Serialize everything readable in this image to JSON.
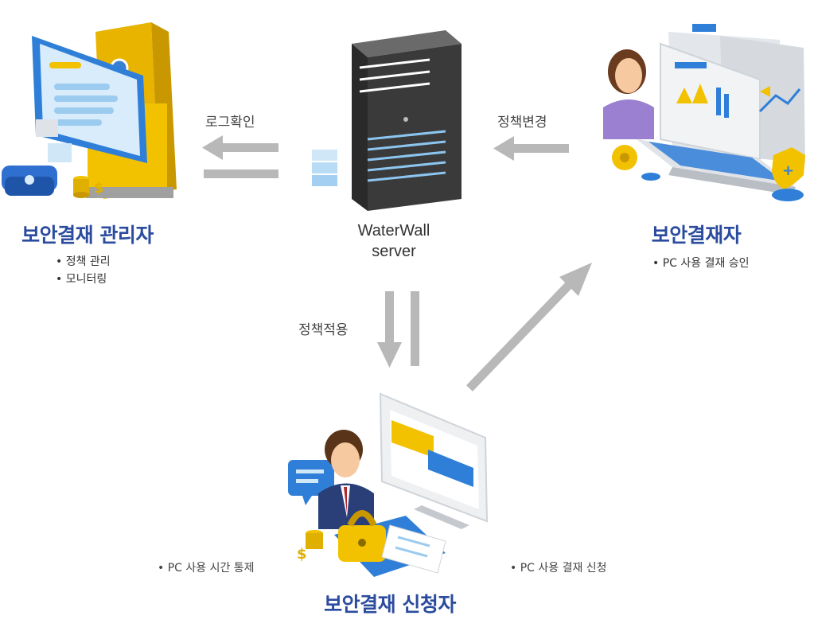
{
  "nodes": {
    "admin": {
      "title": "보안결재 관리자",
      "bullets": [
        "정책 관리",
        "모니터링"
      ]
    },
    "server": {
      "line1": "WaterWall",
      "line2": "server"
    },
    "approver": {
      "title": "보안결재자",
      "bullets": [
        "PC 사용 결재 승인"
      ]
    },
    "requester": {
      "title": "보안결재 신청자",
      "note_left": "PC 사용 시간 통제",
      "note_right": "PC 사용 결재 신청"
    }
  },
  "flows": {
    "log_check": "로그확인",
    "policy_change": "정책변경",
    "policy_apply": "정책적용"
  },
  "colors": {
    "title_blue": "#2b4c9e",
    "arrow_gray": "#b8b8b8",
    "server_dark": "#3a3a3a",
    "accent_yellow": "#f2c200",
    "accent_blue": "#2f7fd8"
  }
}
